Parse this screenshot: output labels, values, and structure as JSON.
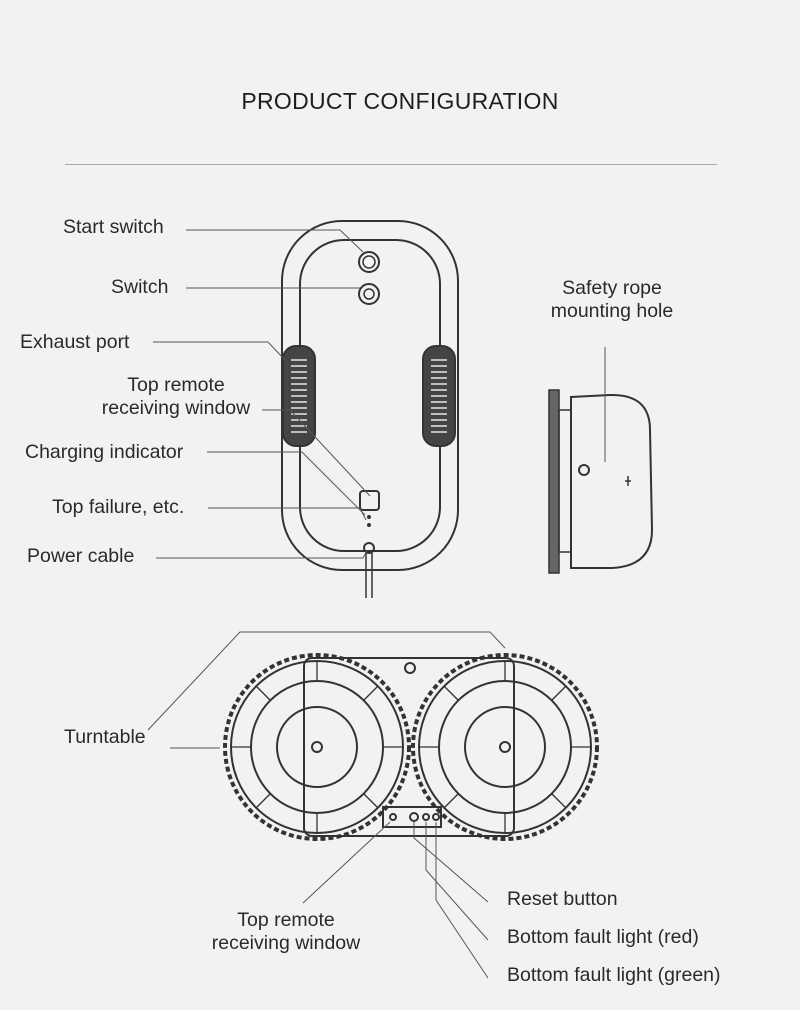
{
  "title": "PRODUCT CONFIGURATION",
  "labels": {
    "start_switch": "Start switch",
    "switch": "Switch",
    "exhaust_port": "Exhaust port",
    "top_remote_1": "Top remote",
    "receiving_window_1": "receiving window",
    "charging_indicator": "Charging indicator",
    "top_failure": "Top failure, etc.",
    "power_cable": "Power cable",
    "safety_rope_1": "Safety rope",
    "safety_rope_2": "mounting hole",
    "turntable": "Turntable",
    "top_remote_2": "Top remote",
    "receiving_window_2": "receiving window",
    "reset_button": "Reset button",
    "fault_red": "Bottom fault light (red)",
    "fault_green": "Bottom fault light (green)"
  },
  "colors": {
    "line": "#333333",
    "leader": "#555555",
    "background": "#f1f3f3"
  }
}
